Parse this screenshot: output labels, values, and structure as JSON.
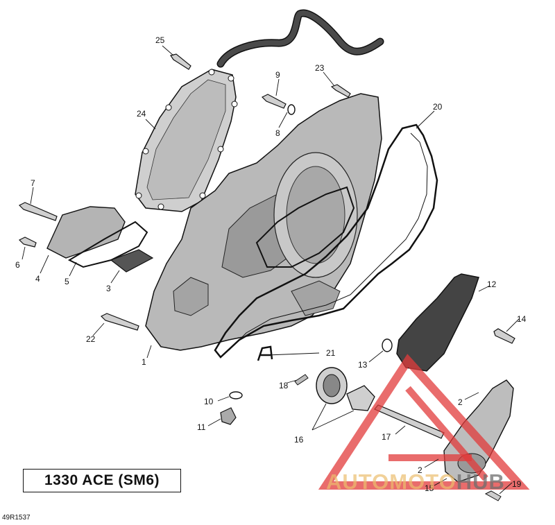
{
  "model_label": "1330 ACE (SM6)",
  "ref_code": "49R1537",
  "watermark": {
    "part1": "AUTOMOTO",
    "part2": "HUB"
  },
  "colors": {
    "line": "#111111",
    "metal": "#b9b9b9",
    "rubber": "#4a4a4a",
    "watermark_red": "#e23b3b",
    "watermark_text": "#ebbe6e"
  },
  "callouts": [
    {
      "id": "25",
      "label": "25"
    },
    {
      "id": "24",
      "label": "24"
    },
    {
      "id": "9",
      "label": "9"
    },
    {
      "id": "8",
      "label": "8"
    },
    {
      "id": "23",
      "label": "23"
    },
    {
      "id": "20",
      "label": "20"
    },
    {
      "id": "7",
      "label": "7"
    },
    {
      "id": "6",
      "label": "6"
    },
    {
      "id": "4",
      "label": "4"
    },
    {
      "id": "5",
      "label": "5"
    },
    {
      "id": "3",
      "label": "3"
    },
    {
      "id": "12",
      "label": "12"
    },
    {
      "id": "14",
      "label": "14"
    },
    {
      "id": "22",
      "label": "22"
    },
    {
      "id": "1",
      "label": "1"
    },
    {
      "id": "21",
      "label": "21"
    },
    {
      "id": "13",
      "label": "13"
    },
    {
      "id": "18",
      "label": "18"
    },
    {
      "id": "10",
      "label": "10"
    },
    {
      "id": "11",
      "label": "11"
    },
    {
      "id": "16",
      "label": "16"
    },
    {
      "id": "17",
      "label": "17"
    },
    {
      "id": "2a",
      "label": "2"
    },
    {
      "id": "2b",
      "label": "2"
    },
    {
      "id": "15",
      "label": "15"
    },
    {
      "id": "19",
      "label": "19"
    }
  ]
}
